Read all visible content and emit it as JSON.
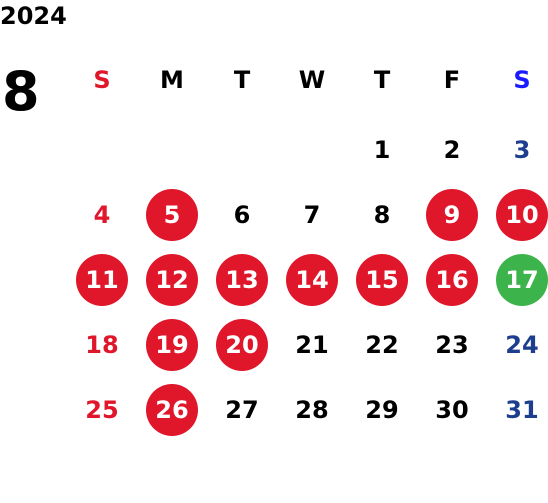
{
  "calendar": {
    "year": "2024",
    "month": "8",
    "weekdays": [
      "S",
      "M",
      "T",
      "W",
      "T",
      "F",
      "S"
    ],
    "days": [
      {
        "day": "1",
        "col": 4,
        "row": 0,
        "style": "normal"
      },
      {
        "day": "2",
        "col": 5,
        "row": 0,
        "style": "normal"
      },
      {
        "day": "3",
        "col": 6,
        "row": 0,
        "style": "saturday"
      },
      {
        "day": "4",
        "col": 0,
        "row": 1,
        "style": "sunday"
      },
      {
        "day": "5",
        "col": 1,
        "row": 1,
        "style": "holiday-red"
      },
      {
        "day": "6",
        "col": 2,
        "row": 1,
        "style": "normal"
      },
      {
        "day": "7",
        "col": 3,
        "row": 1,
        "style": "normal"
      },
      {
        "day": "8",
        "col": 4,
        "row": 1,
        "style": "normal"
      },
      {
        "day": "9",
        "col": 5,
        "row": 1,
        "style": "holiday-red"
      },
      {
        "day": "10",
        "col": 6,
        "row": 1,
        "style": "holiday-red"
      },
      {
        "day": "11",
        "col": 0,
        "row": 2,
        "style": "holiday-red"
      },
      {
        "day": "12",
        "col": 1,
        "row": 2,
        "style": "holiday-red"
      },
      {
        "day": "13",
        "col": 2,
        "row": 2,
        "style": "holiday-red"
      },
      {
        "day": "14",
        "col": 3,
        "row": 2,
        "style": "holiday-red"
      },
      {
        "day": "15",
        "col": 4,
        "row": 2,
        "style": "holiday-red"
      },
      {
        "day": "16",
        "col": 5,
        "row": 2,
        "style": "holiday-red"
      },
      {
        "day": "17",
        "col": 6,
        "row": 2,
        "style": "holiday-green"
      },
      {
        "day": "18",
        "col": 0,
        "row": 3,
        "style": "sunday"
      },
      {
        "day": "19",
        "col": 1,
        "row": 3,
        "style": "holiday-red"
      },
      {
        "day": "20",
        "col": 2,
        "row": 3,
        "style": "holiday-red"
      },
      {
        "day": "21",
        "col": 3,
        "row": 3,
        "style": "normal"
      },
      {
        "day": "22",
        "col": 4,
        "row": 3,
        "style": "normal"
      },
      {
        "day": "23",
        "col": 5,
        "row": 3,
        "style": "normal"
      },
      {
        "day": "24",
        "col": 6,
        "row": 3,
        "style": "saturday"
      },
      {
        "day": "25",
        "col": 0,
        "row": 4,
        "style": "sunday"
      },
      {
        "day": "26",
        "col": 1,
        "row": 4,
        "style": "holiday-red"
      },
      {
        "day": "27",
        "col": 2,
        "row": 4,
        "style": "normal"
      },
      {
        "day": "28",
        "col": 3,
        "row": 4,
        "style": "normal"
      },
      {
        "day": "29",
        "col": 4,
        "row": 4,
        "style": "normal"
      },
      {
        "day": "30",
        "col": 5,
        "row": 4,
        "style": "normal"
      },
      {
        "day": "31",
        "col": 6,
        "row": 4,
        "style": "saturday"
      }
    ]
  },
  "colors": {
    "sunday": "#e0162b",
    "saturday": "#1d3d8f",
    "saturday_header": "#1a1aff",
    "holiday_fill": "#e0162b",
    "special_fill": "#3cb44b",
    "text": "#000000"
  }
}
